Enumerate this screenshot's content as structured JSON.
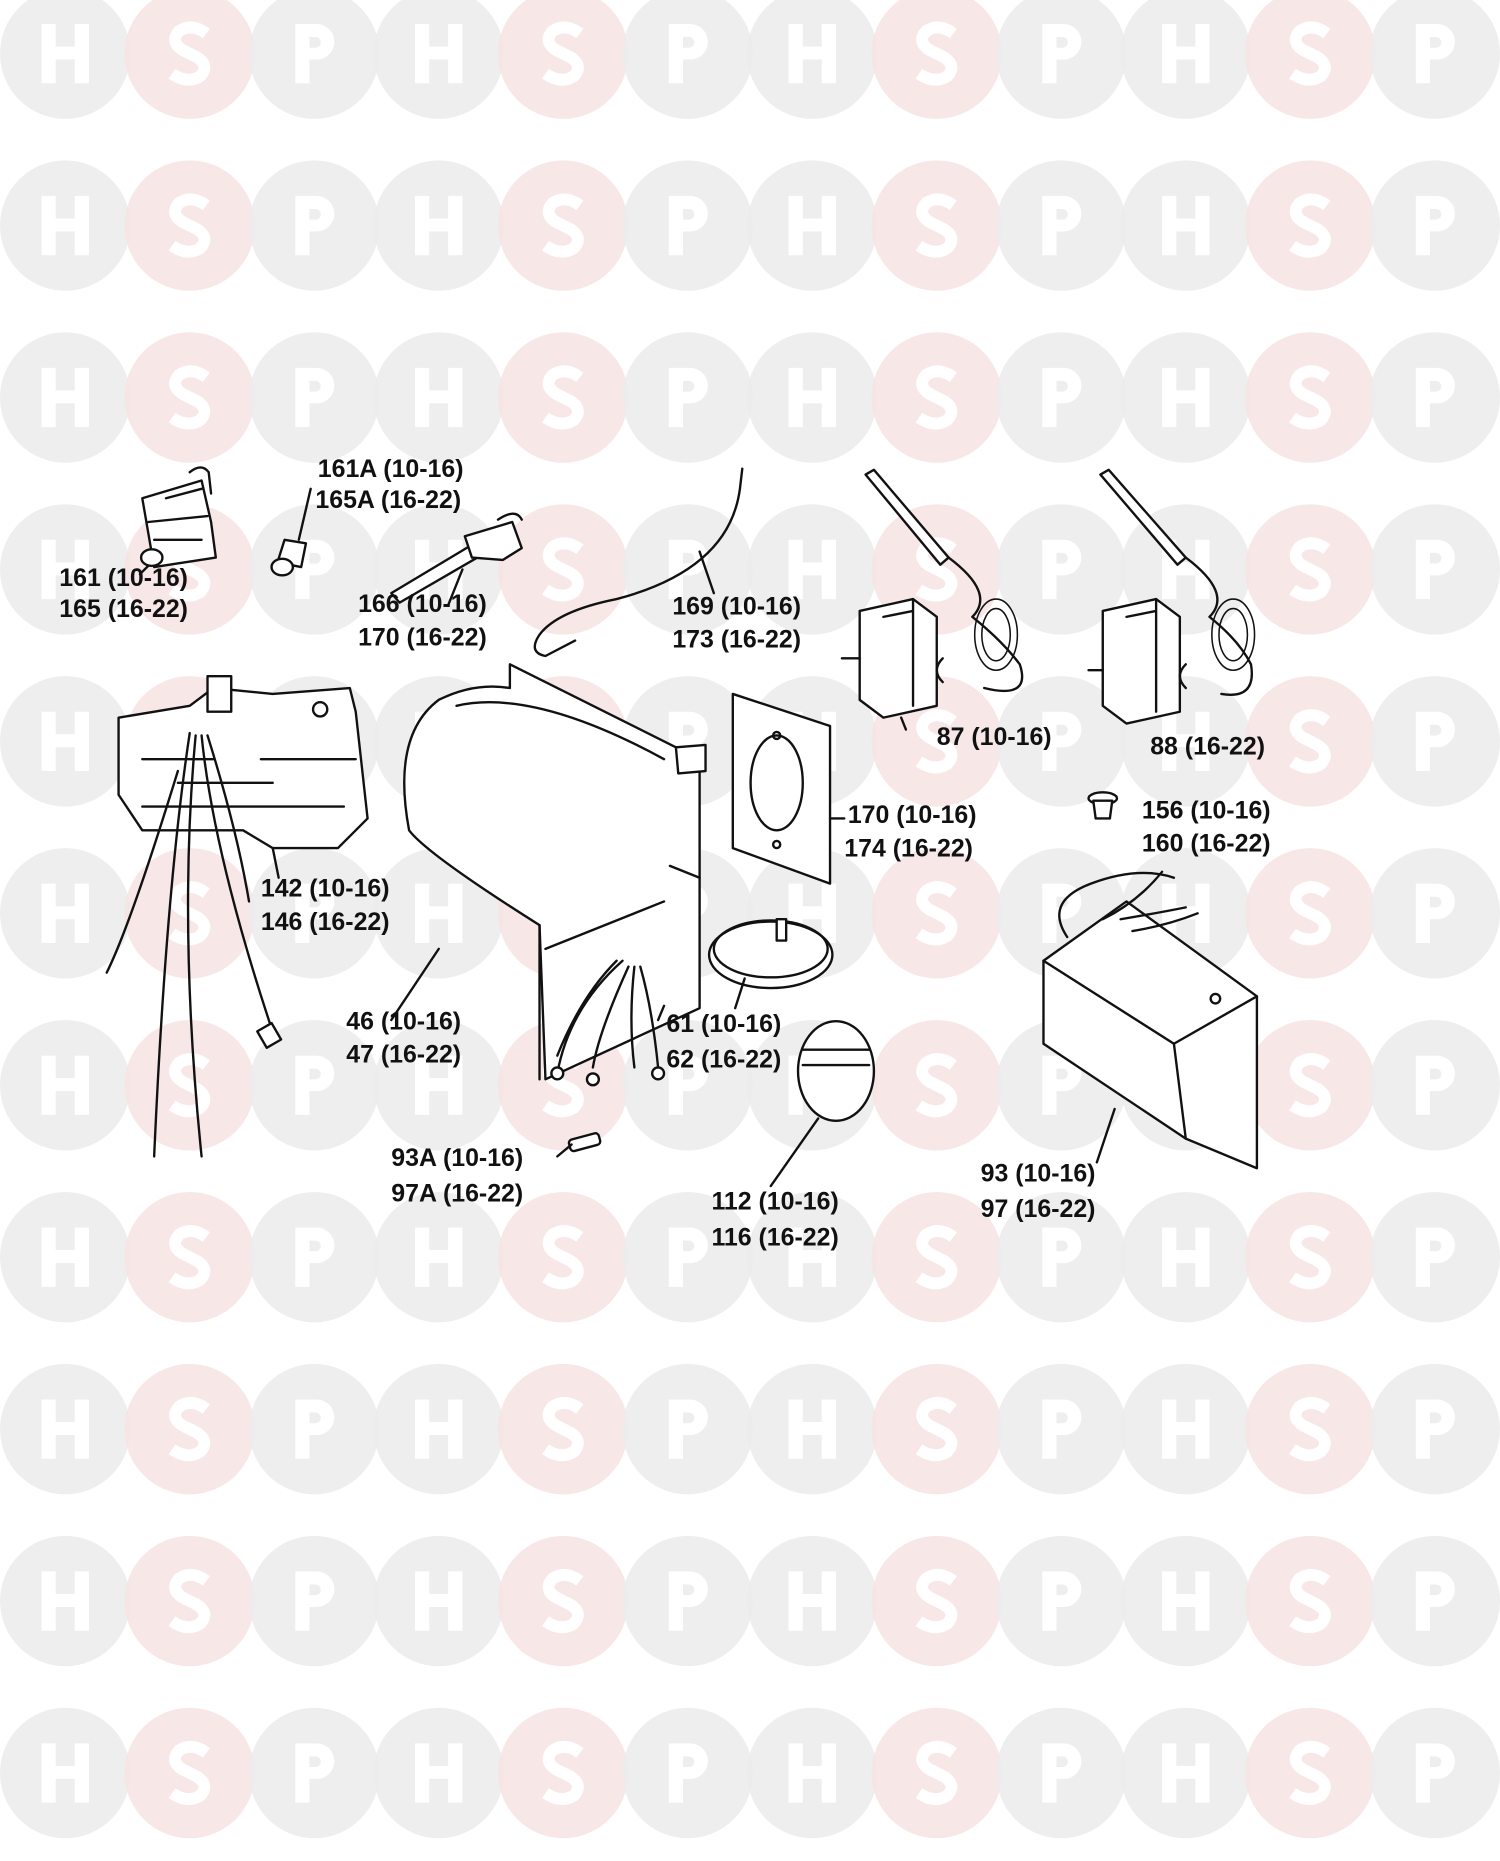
{
  "watermark": {
    "letters": [
      "H",
      "S",
      "P"
    ],
    "colors": {
      "H": "#ebebeb",
      "S": "#f7e3e3",
      "P": "#ebebeb"
    }
  },
  "callouts": [
    {
      "id": "igniter",
      "lines": [
        "161 (10-16)",
        "165 (16-22)"
      ]
    },
    {
      "id": "electrode-a",
      "lines": [
        "161A (10-16)",
        "165A (16-22)"
      ]
    },
    {
      "id": "electrode",
      "lines": [
        "166 (10-16)",
        "170 (16-22)"
      ]
    },
    {
      "id": "lead",
      "lines": [
        "169 (10-16)",
        "173 (16-22)"
      ]
    },
    {
      "id": "thermostat-87",
      "lines": [
        "87 (10-16)"
      ]
    },
    {
      "id": "thermostat-88",
      "lines": [
        "88 (16-22)"
      ]
    },
    {
      "id": "gasket",
      "lines": [
        "170 (10-16)",
        "174 (16-22)"
      ]
    },
    {
      "id": "plug",
      "lines": [
        "156 (10-16)",
        "160 (16-22)"
      ]
    },
    {
      "id": "gas-valve",
      "lines": [
        "142 (10-16)",
        "146 (16-22)"
      ]
    },
    {
      "id": "fan",
      "lines": [
        "46 (10-16)",
        "47 (16-22)"
      ]
    },
    {
      "id": "disc",
      "lines": [
        "61 (10-16)",
        "62 (16-22)"
      ]
    },
    {
      "id": "fuse",
      "lines": [
        "93A (10-16)",
        "97A (16-22)"
      ]
    },
    {
      "id": "knob",
      "lines": [
        "112 (10-16)",
        "116 (16-22)"
      ]
    },
    {
      "id": "control-box",
      "lines": [
        "93 (10-16)",
        "97 (16-22)"
      ]
    }
  ]
}
